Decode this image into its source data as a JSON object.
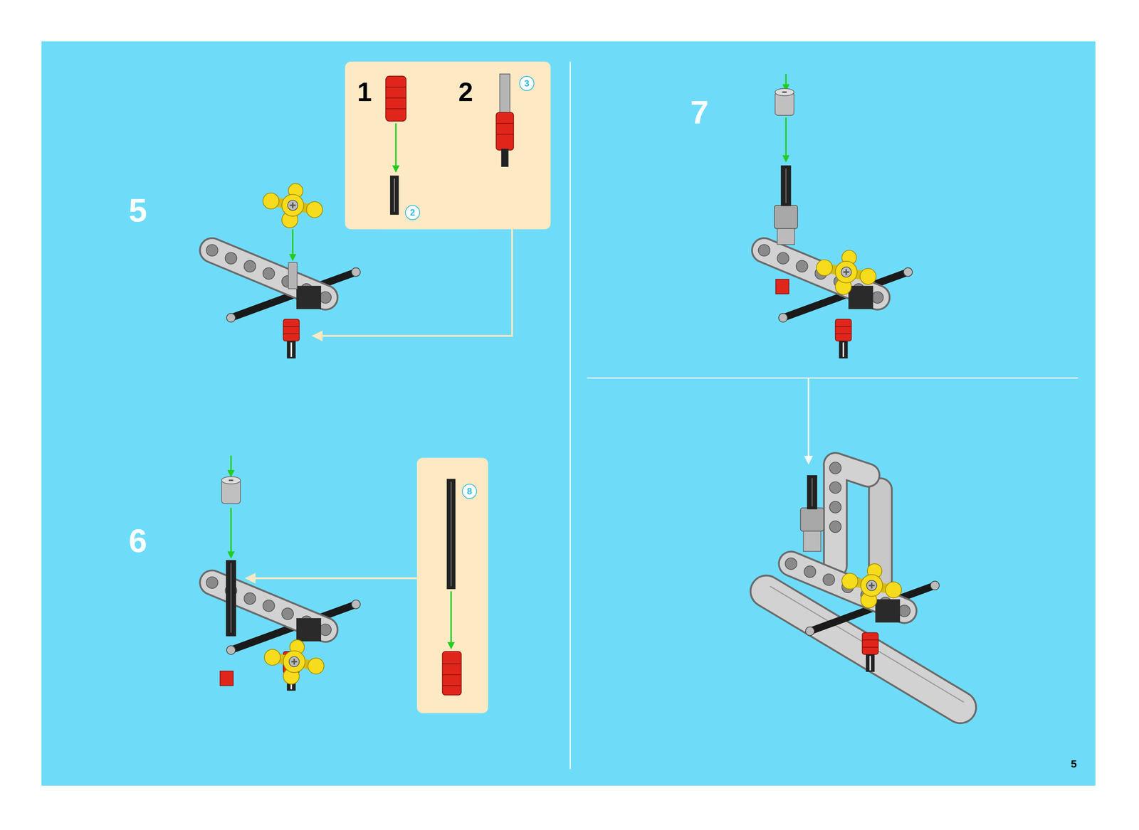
{
  "diagram": {
    "nodes": [
      {
        "text": [
          "1",
          "2"
        ]
      },
      {
        "text": [
          "2"
        ],
        "in": 0
      },
      {
        "text": [
          "3"
        ],
        "in": 0
      },
      {
        "text": [
          "8"
        ]
      }
    ],
    "labels": [
      "5",
      "6",
      "7",
      "5"
    ]
  }
}
